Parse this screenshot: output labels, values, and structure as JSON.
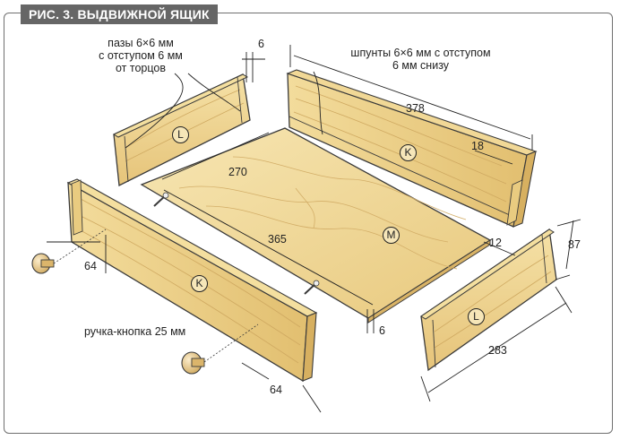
{
  "figure": {
    "title": "РИС. 3. ВЫДВИЖНОЙ ЯЩИК"
  },
  "callouts": {
    "grooves": [
      "пазы 6×6 мм",
      "с отступом 6 мм",
      "от торцов"
    ],
    "tongues": [
      "шпунты 6×6 мм с отступом",
      "6 мм снизу"
    ],
    "knob": "ручка-кнопка 25 мм"
  },
  "dimensions": {
    "groove_offset_top": "6",
    "back_length": "378",
    "tongue_height": "18",
    "bottom_width": "270",
    "bottom_length": "365",
    "front_knob_left": "64",
    "front_knob_right": "64",
    "bottom_thickness": "6",
    "side_offset": "12",
    "side_height": "87",
    "side_length": "283"
  },
  "part_labels": {
    "back": "K",
    "front": "K",
    "side_left": "L",
    "side_right": "L",
    "bottom": "M"
  },
  "colors": {
    "wood_light": "#f6e3ad",
    "wood_mid": "#eccf88",
    "wood_dark": "#d9b366",
    "outline": "#3a3a3a",
    "banner": "#666666"
  }
}
